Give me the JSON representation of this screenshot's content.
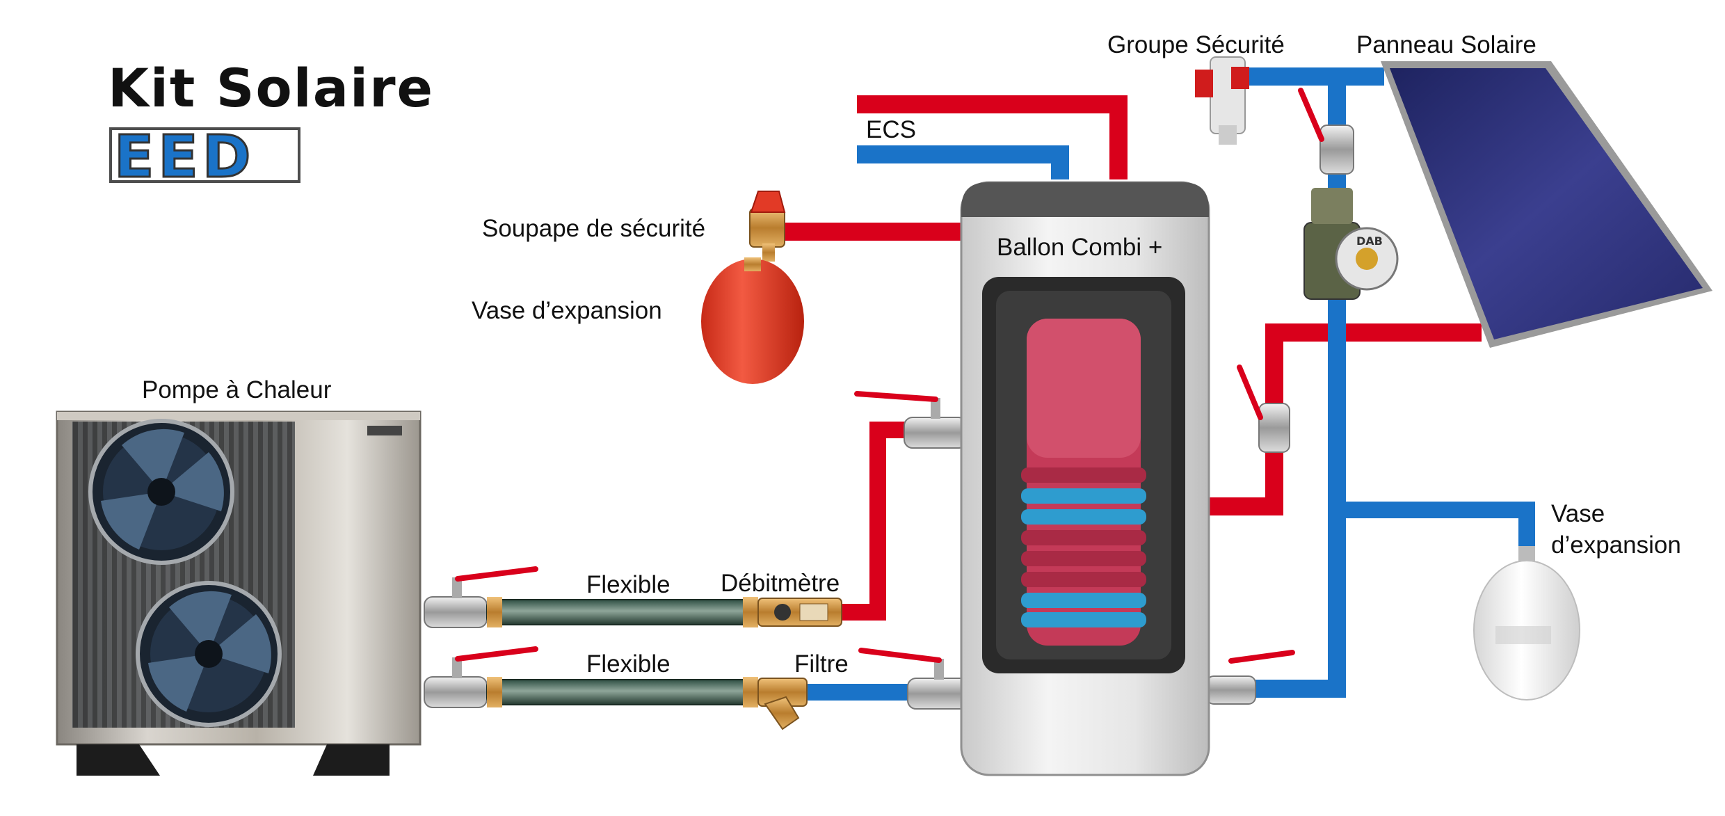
{
  "title": "Kit Solaire",
  "logo_text": "EED",
  "labels": {
    "groupe_securite": "Groupe Sécurité",
    "panneau_solaire": "Panneau Solaire",
    "ecs": "ECS",
    "soupape": "Soupape de sécurité",
    "vase_expansion_left": "Vase d’expansion",
    "ballon": "Ballon Combi +",
    "pompe": "Pompe à Chaleur",
    "vase_right_1": "Vase",
    "vase_right_2": "d’expansion",
    "flexible_top": "Flexible",
    "debitmetre": "Débitmètre",
    "flexible_bottom": "Flexible",
    "filtre": "Filtre",
    "pump_brand": "DAB"
  },
  "colors": {
    "hot_pipe": "#d9001b",
    "cold_pipe": "#1a73c8",
    "logo_blue": "#1a73c8",
    "panel": "#2a2f78",
    "tank_shell": "#e8e8e8",
    "tank_coil_red": "#c43a58",
    "tank_coil_blue": "#2e9ccf",
    "expansion_red": "#e8432e"
  },
  "icons": [
    "heat-pump-icon",
    "fan-icon",
    "ball-valve-icon",
    "flexible-hose-icon",
    "flow-meter-icon",
    "y-filter-icon",
    "safety-valve-icon",
    "expansion-vessel-icon",
    "circulator-pump-icon",
    "solar-panel-icon",
    "storage-tank-icon"
  ]
}
